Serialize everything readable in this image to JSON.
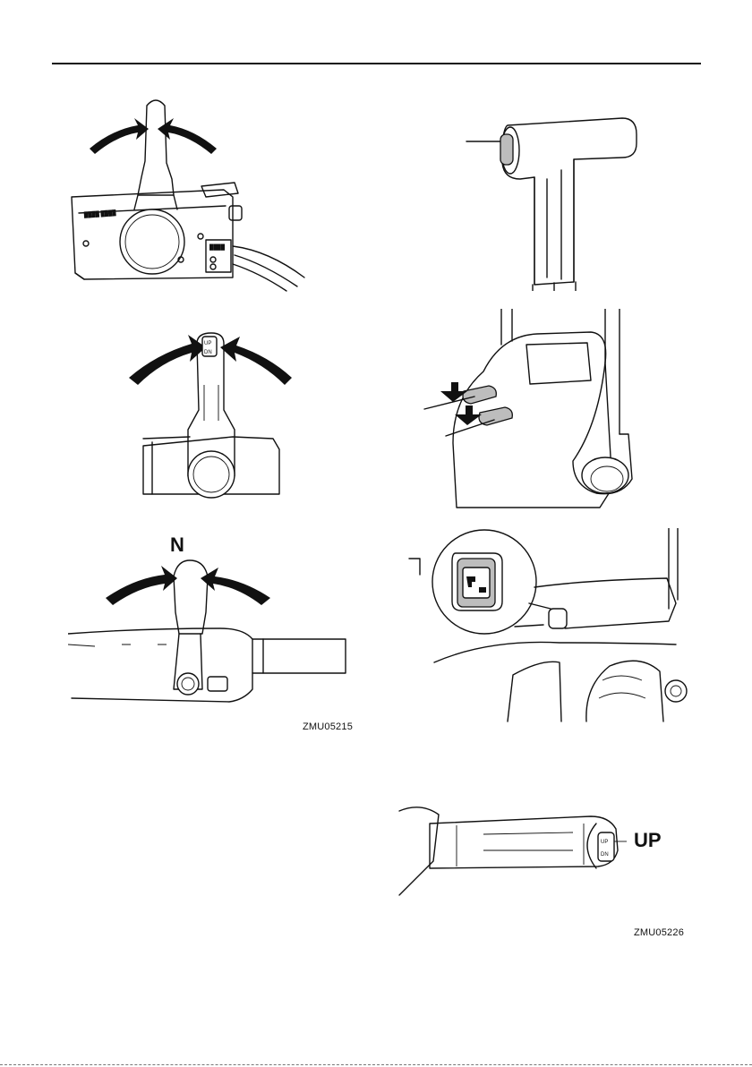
{
  "figures": {
    "neutral_label": "N",
    "up_label": "UP",
    "code_left": "ZMU05215",
    "code_right": "ZMU05226",
    "switch_up": "UP",
    "switch_dn": "DN"
  }
}
